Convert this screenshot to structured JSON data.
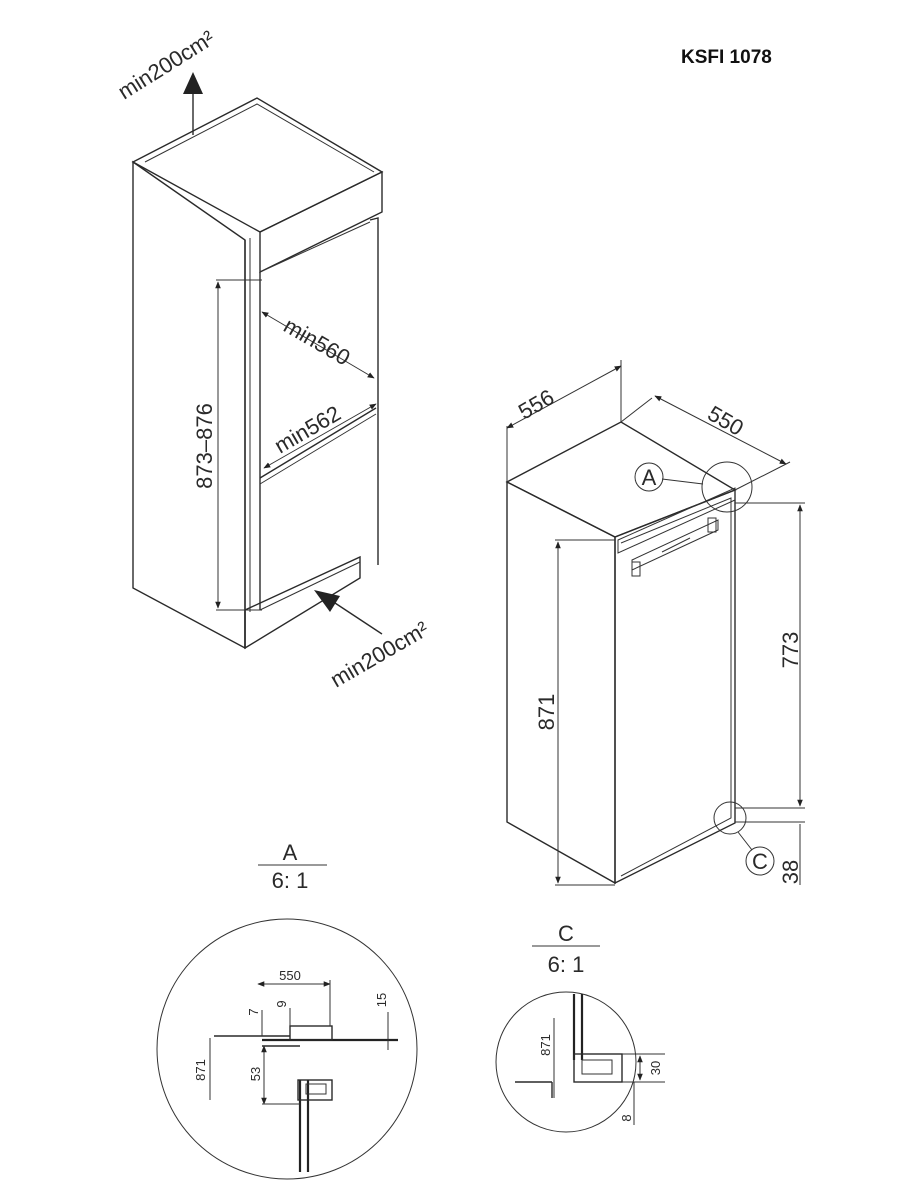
{
  "title": "KSFI 1078",
  "cabinet": {
    "vent_top": "min200cm²",
    "vent_bottom": "min200cm²",
    "width_upper": "min560",
    "width_lower": "min562",
    "height_range": "873–876"
  },
  "appliance": {
    "depth": "556",
    "width": "550",
    "door_height": "871",
    "hinge_height": "773",
    "bottom_offset": "38",
    "detail_a_marker": "A",
    "detail_c_marker": "C"
  },
  "detail_a": {
    "label": "A",
    "scale": "6: 1",
    "dims": {
      "width": "550",
      "d7": "7",
      "d9": "9",
      "d15": "15",
      "d871": "871",
      "d53": "53"
    }
  },
  "detail_c": {
    "label": "C",
    "scale": "6: 1",
    "dims": {
      "d871": "871",
      "d30": "30",
      "d8": "8"
    }
  }
}
